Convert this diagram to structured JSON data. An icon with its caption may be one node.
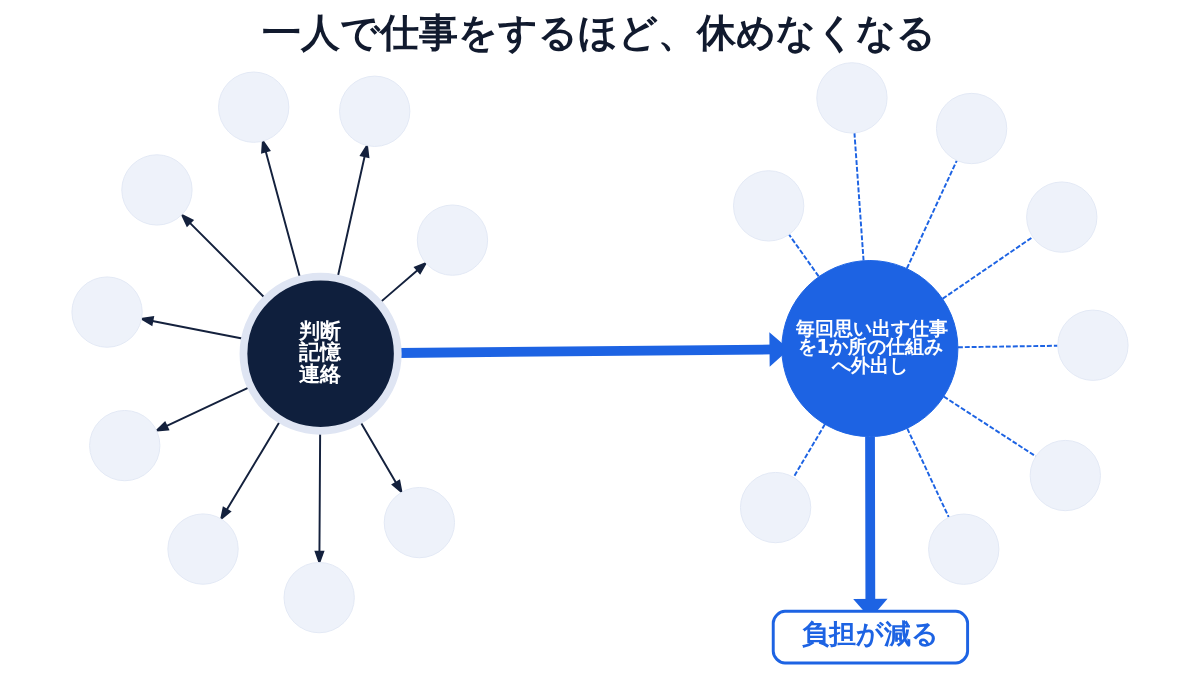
{
  "diagram": {
    "title": "一人で仕事をするほど、休めなくなる",
    "nodes": [
      {
        "text": [
          "判断",
          "記憶",
          "連絡"
        ]
      },
      {
        "text": [],
        "shape": "circle"
      },
      {
        "text": [],
        "shape": "circle"
      },
      {
        "text": [],
        "shape": "circle"
      },
      {
        "text": [],
        "shape": "circle"
      },
      {
        "text": [],
        "shape": "circle"
      },
      {
        "text": [],
        "shape": "circle"
      },
      {
        "text": [],
        "shape": "circle"
      },
      {
        "text": [],
        "shape": "circle"
      },
      {
        "text": [],
        "shape": "circle"
      },
      {
        "text": [
          "毎回思い出す仕事を1か所の仕組みへ外出し"
        ]
      },
      {
        "text": [],
        "shape": "circle"
      },
      {
        "text": [],
        "shape": "circle"
      },
      {
        "text": [],
        "shape": "circle"
      },
      {
        "text": [],
        "shape": "circle"
      },
      {
        "text": [],
        "shape": "circle"
      },
      {
        "text": [],
        "shape": "circle"
      },
      {
        "text": [],
        "shape": "circle"
      },
      {
        "text": [],
        "shape": "circle"
      },
      {
        "text": [
          "負担が減る"
        ]
      }
    ],
    "edges": [
      {
        "from": 0,
        "to": 10,
        "arrow": "to",
        "style": "thick"
      },
      {
        "from": 0,
        "to": 1,
        "arrow": "to",
        "color": "#14213d"
      },
      {
        "from": 0,
        "to": 2,
        "arrow": "to",
        "color": "#14213d"
      },
      {
        "from": 0,
        "to": 3,
        "arrow": "to",
        "color": "#14213d"
      },
      {
        "from": 0,
        "to": 4,
        "arrow": "to",
        "color": "#14213d"
      },
      {
        "from": 0,
        "to": 5,
        "arrow": "to",
        "color": "#14213d"
      },
      {
        "from": 0,
        "to": 6,
        "arrow": "to",
        "color": "#14213d"
      },
      {
        "from": 0,
        "to": 7,
        "arrow": "to",
        "color": "#14213d"
      },
      {
        "from": 0,
        "to": 8,
        "arrow": "to",
        "color": "#14213d"
      },
      {
        "from": 0,
        "to": 9,
        "arrow": "to",
        "color": "#14213d"
      },
      {
        "from": 10,
        "to": 11,
        "arrow": "none",
        "style": "dashed"
      },
      {
        "from": 10,
        "to": 12,
        "arrow": "none",
        "style": "dashed"
      },
      {
        "from": 10,
        "to": 13,
        "arrow": "none",
        "style": "dashed"
      },
      {
        "from": 10,
        "to": 14,
        "arrow": "none",
        "style": "dashed"
      },
      {
        "from": 10,
        "to": 15,
        "arrow": "none",
        "style": "dashed"
      },
      {
        "from": 10,
        "to": 16,
        "arrow": "none",
        "style": "dashed"
      },
      {
        "from": 10,
        "to": 17,
        "arrow": "none",
        "style": "dashed"
      },
      {
        "from": 10,
        "to": 18,
        "arrow": "none",
        "style": "dashed"
      },
      {
        "from": 10,
        "to": 19,
        "arrow": "to",
        "style": "thick"
      }
    ]
  }
}
